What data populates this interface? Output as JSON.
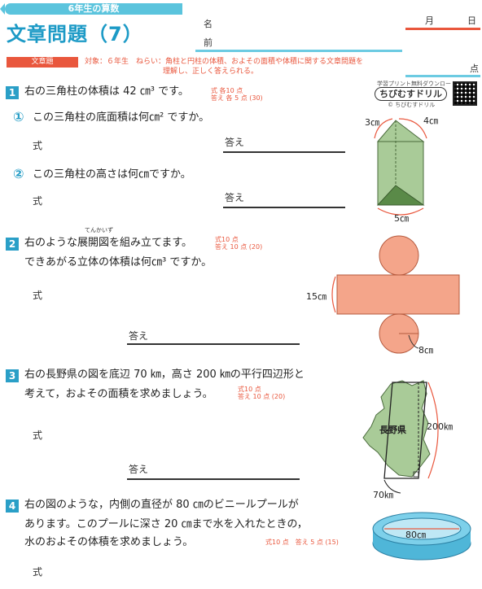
{
  "header": {
    "grade_title": "6年生の算数",
    "title": "文章問題（7）",
    "name_label": "名",
    "name_label2": "前",
    "month_label": "月",
    "day_label": "日",
    "score_label": "点",
    "tag": "文章題",
    "subject_line1": "対象：６年生　ねらい：角柱と円柱の体積、およその面積や体積に関する文章問題を",
    "subject_line2": "理解し、正しく答えられる。",
    "logo_caption": "学習プリント無料ダウンロード",
    "brand": "ちびむすドリル",
    "copyright": "© ちびむすドリル"
  },
  "questions": [
    {
      "number": "1",
      "text": "右の三角柱の体積は 42 ㎝³ です。",
      "points_line1": "式 各10 点",
      "points_line2": "答え 各 5 点 (30)",
      "subs": [
        {
          "mark": "①",
          "text": "この三角柱の底面積は何㎝² ですか。",
          "shiki": "式",
          "answer": "答え"
        },
        {
          "mark": "②",
          "text": "この三角柱の高さは何㎝ですか。",
          "shiki": "式",
          "answer": "答え"
        }
      ],
      "figure": {
        "label_a": "3㎝",
        "label_b": "4㎝",
        "label_c": "5㎝"
      }
    },
    {
      "number": "2",
      "ruby": "てんかいず",
      "text_line1": "右のような展開図を組み立てます。",
      "text_line2": "できあがる立体の体積は何㎝³ ですか。",
      "points_line1": "式10 点",
      "points_line2": "答え 10 点 (20)",
      "shiki": "式",
      "answer": "答え",
      "figure": {
        "label_height": "15㎝",
        "label_radius": "8㎝"
      }
    },
    {
      "number": "3",
      "text_line1": "右の長野県の図を底辺 70 ㎞，高さ 200 ㎞の平行四辺形と",
      "text_line2": "考えて，およその面積を求めましょう。",
      "points_line1": "式10 点",
      "points_line2": "答え 10 点 (20)",
      "shiki": "式",
      "answer": "答え",
      "figure": {
        "pref_label": "長野県",
        "label_height": "200㎞",
        "label_base": "70㎞"
      }
    },
    {
      "number": "4",
      "text_line1": "右の図のような，内側の直径が 80 ㎝のビニールプールが",
      "text_line2": "あります。このプールに深さ 20 ㎝まで水を入れたときの，",
      "text_line3": "水のおよその体積を求めましょう。",
      "points": "式10 点　答え 5 点 (15)",
      "shiki": "式",
      "figure": {
        "label_diameter": "80㎝"
      }
    }
  ],
  "colors": {
    "accent": "#2a9fc7",
    "orange": "#e9573d",
    "prism_fill": "#a9cb98",
    "net_fill": "#f4a58a"
  }
}
